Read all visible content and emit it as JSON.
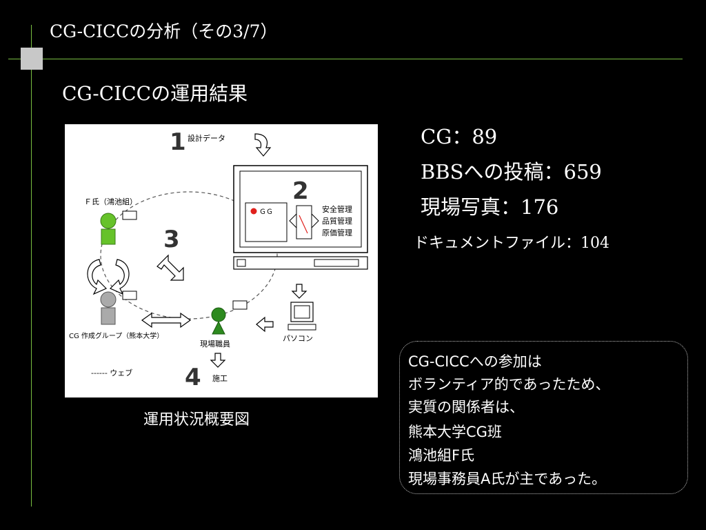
{
  "slide": {
    "title": "CG-CICCの分析（その3/7）",
    "subtitle": "CG-CICCの運用結果",
    "caption": "運用状況概要図"
  },
  "diagram": {
    "step1_number": "1",
    "step1_label": "設計データ",
    "step2_number": "2",
    "step3_number": "3",
    "step4_number": "4",
    "step4_label": "施工",
    "screen_cg_label": "●ＧＧ",
    "screen_cg_dot_text": "ＧＧ",
    "screen_list": [
      "安全管理",
      "品質管理",
      "原価管理"
    ],
    "person_f_label": "Ｆ氏（鴻池組）",
    "person_cg_label": "CG 作成グループ（熊本大学）",
    "person_site_label": "現場職員",
    "pc_label": "パソコン",
    "legend_label": "------ ウェブ",
    "colors": {
      "green": "#66c22a",
      "gray": "#aaaaaa",
      "dark_green": "#2d8a1f",
      "red": "#e0201c"
    }
  },
  "stats": {
    "cg": "CG：89",
    "bbs": "BBSへの投稿：659",
    "photos": "現場写真：176",
    "docs": "ドキュメントファイル：104"
  },
  "note": {
    "lines": [
      "CG-CICCへの参加は",
      "ボランティア的であったため、",
      "実質の関係者は、",
      "熊本大学CG班",
      "鴻池組F氏",
      "現場事務員A氏が主であった。"
    ]
  }
}
